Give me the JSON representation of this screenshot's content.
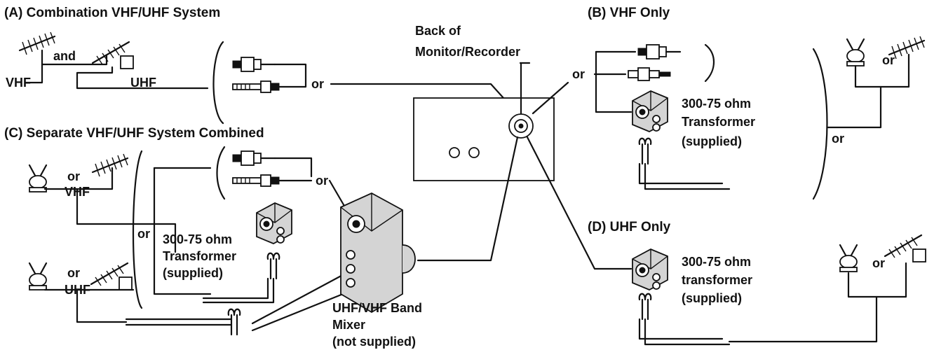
{
  "sections": {
    "a_title": "(A) Combination VHF/UHF System",
    "b_title": "(B) VHF Only",
    "c_title": "(C) Separate VHF/UHF System Combined",
    "d_title": "(D) UHF Only"
  },
  "monitor": {
    "label_line1": "Back of",
    "label_line2": "Monitor/Recorder"
  },
  "labels": {
    "vhf": "VHF",
    "uhf": "UHF",
    "and": "and",
    "or": "or",
    "transformer_line1": "300-75 ohm",
    "transformer_line2": "Transformer",
    "transformer_line2_lower": "transformer",
    "supplied": "(supplied)",
    "mixer_line1": "UHF/VHF Band",
    "mixer_line2": "Mixer",
    "mixer_line3": "(not supplied)"
  }
}
